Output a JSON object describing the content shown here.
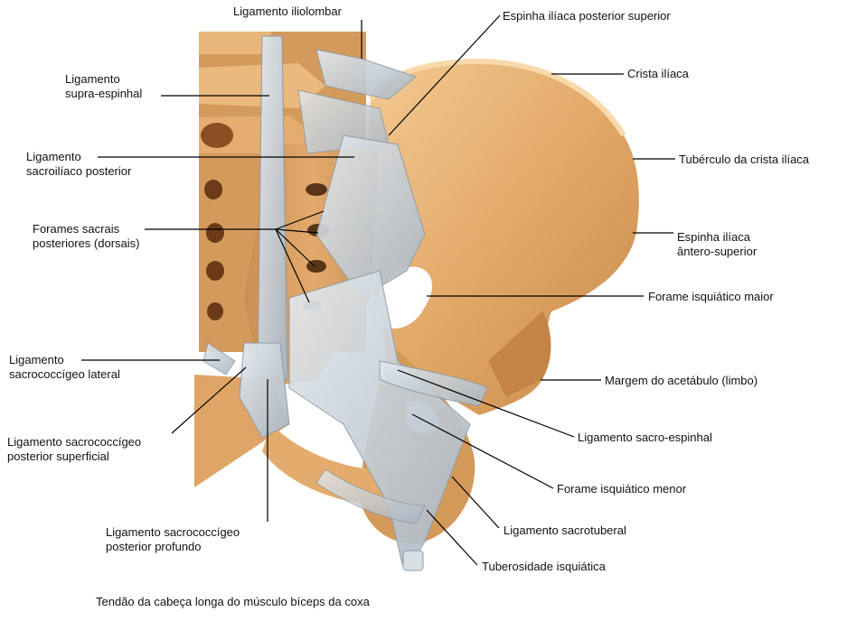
{
  "labels": {
    "ligamento_iliolombar": "Ligamento iliolombar",
    "espinha_iliaca_posterior_superior": "Espinha ilíaca posterior superior",
    "crista_iliaca": "Crista ilíaca",
    "ligamento_supraespinhal": [
      "Ligamento",
      "supra-espinhal"
    ],
    "ligamento_sacroiliaco_posterior": [
      "Ligamento",
      "sacroilíaco posterior"
    ],
    "tuberculo_crista_iliaca": "Tubérculo da crista ilíaca",
    "forames_sacrais": [
      "Forames sacrais",
      "posteriores (dorsais)"
    ],
    "espinha_iliaca_antero_superior": [
      "Espinha ilíaca",
      "ântero-superior"
    ],
    "forame_isquiatico_maior": "Forame isquiático maior",
    "ligamento_sacrococcigeo_lateral": [
      "Ligamento",
      "sacrococcígeo lateral"
    ],
    "margem_acetabulo": "Margem do acetábulo (limbo)",
    "ligamento_sacroespinhal": "Ligamento sacro-espinhal",
    "ligamento_sacrococcigeo_posterior_superficial": [
      "Ligamento sacrococcígeo",
      "posterior superficial"
    ],
    "forame_isquiatico_menor": "Forame isquiático menor",
    "ligamento_sacrotuberal": "Ligamento sacrotuberal",
    "ligamento_sacrococcigeo_posterior_profundo": [
      "Ligamento sacrococcígeo",
      "posterior profundo"
    ],
    "tuberosidade_isquiatica": "Tuberosidade isquiática",
    "tendao_biceps": "Tendão da cabeça longa do músculo bíceps da coxa"
  },
  "colors": {
    "bone": "#e2a86a",
    "bone_light": "#f0c48c",
    "bone_dark": "#b8773e",
    "ligament": "#c9d3dc",
    "ligament_shadow": "#8f9aa6",
    "foramen": "#5a3418",
    "leader": "#000000"
  }
}
